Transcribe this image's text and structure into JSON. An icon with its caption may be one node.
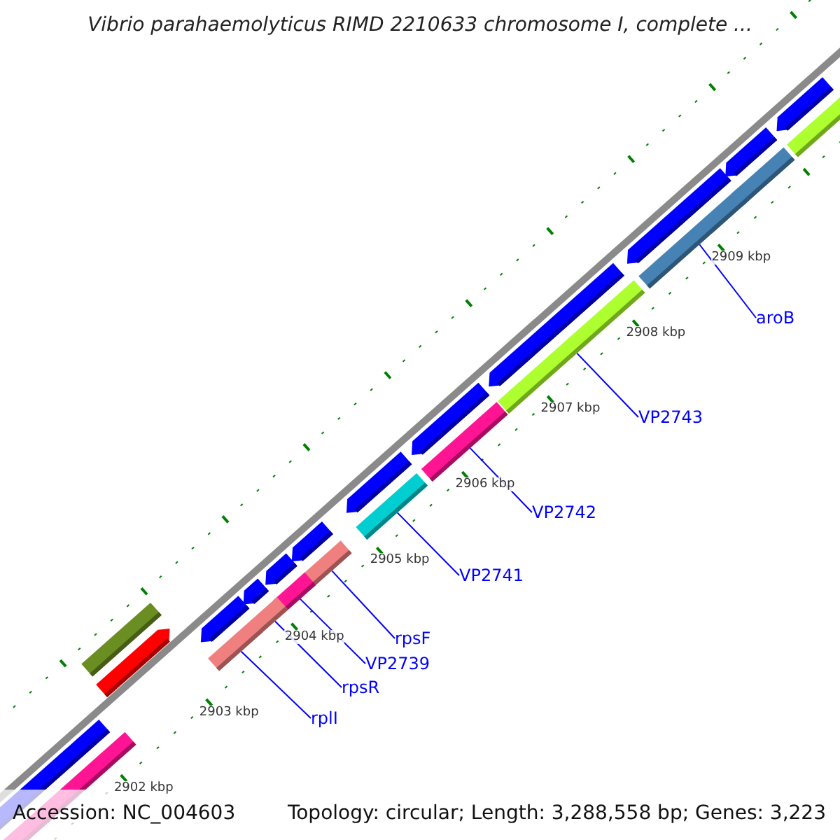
{
  "diagram": {
    "title": "Vibrio parahaemolyticus RIMD 2210633 chromosome I, complete ...",
    "nodes": [
      {
        "text": [],
        "shape": "bar"
      },
      {
        "text": [],
        "shape": "bar"
      },
      {
        "text": [],
        "shape": "bar"
      },
      {
        "text": [],
        "shape": "bar"
      },
      {
        "text": [],
        "shape": "bar"
      },
      {
        "text": [],
        "shape": "bar"
      },
      {
        "text": [],
        "shape": "bar"
      },
      {
        "text": [],
        "shape": "bar"
      },
      {
        "text": [
          "aroB"
        ]
      },
      {
        "text": [
          "VP2743"
        ]
      },
      {
        "text": [
          "VP2742"
        ]
      },
      {
        "text": [
          "VP2741"
        ]
      },
      {
        "text": [
          "rpsF"
        ]
      },
      {
        "text": [
          "VP2739"
        ]
      },
      {
        "text": [
          "rpsR"
        ]
      },
      {
        "text": [
          "rplI"
        ]
      }
    ],
    "edges": [
      {
        "from": 8,
        "to": 0,
        "arrow": "none"
      },
      {
        "from": 9,
        "to": 1,
        "arrow": "none"
      },
      {
        "from": 10,
        "to": 2,
        "arrow": "none"
      },
      {
        "from": 11,
        "to": 3,
        "arrow": "none"
      },
      {
        "from": 12,
        "to": 4,
        "arrow": "none"
      },
      {
        "from": 13,
        "to": 5,
        "arrow": "none"
      },
      {
        "from": 14,
        "to": 6,
        "arrow": "none"
      },
      {
        "from": 15,
        "to": 7,
        "arrow": "none"
      }
    ],
    "labels": [
      "2909 kbp",
      "2908 kbp",
      "2907 kbp",
      "2906 kbp",
      "2905 kbp",
      "2904 kbp",
      "2903 kbp",
      "2902 kbp",
      "Accession: NC_004603",
      "Topology: circular; Length: 3,288,558 bp; Genes: 3,223"
    ]
  }
}
